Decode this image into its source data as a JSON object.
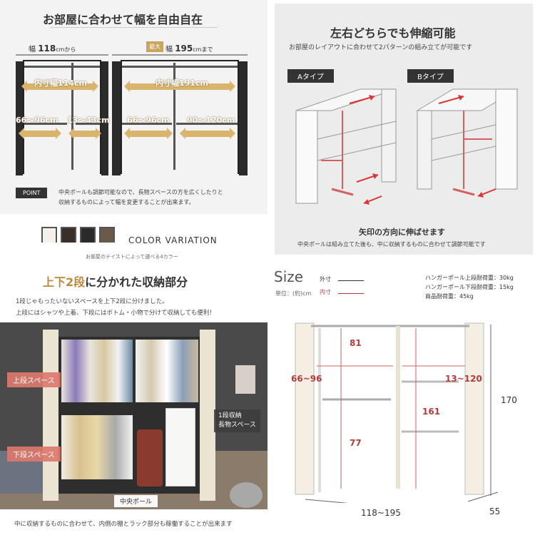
{
  "panel1": {
    "title": "お部屋に合わせて幅を自由自在",
    "left_width_prefix": "幅",
    "left_width_value": "118",
    "left_width_suffix": "cmから",
    "max_badge": "最大",
    "right_width_prefix": "幅",
    "right_width_value": "195",
    "right_width_suffix": "cmまで",
    "left_inner": "内寸幅114cm",
    "left_range_a": "66〜96cm",
    "left_range_b": "13〜43cm",
    "right_inner": "内寸幅191cm",
    "right_range_a": "66〜96cm",
    "right_range_b": "90〜120cm",
    "point_label": "POINT",
    "point_text_1": "中央ポールも調節可能なので、長物スペースの方を広くしたりと",
    "point_text_2": "収納するものによって幅を変更することが出来ます。"
  },
  "panel2": {
    "title": "左右どちらでも伸縮可能",
    "subtitle": "お部屋のレイアウトに合わせて2パターンの組み立てが可能です",
    "type_a": "Aタイプ",
    "type_b": "Bタイプ",
    "caption": "矢印の方向に伸ばせます",
    "note": "中央ポールは組み立てた後も、中に収納するものに合わせて調節可能です"
  },
  "panel3": {
    "title": "COLOR VARIATION",
    "subtitle": "お部屋のテイストによって選べる4カラー",
    "colors": [
      "#f4f1ea",
      "#3a2f28",
      "#2a2a2a",
      "#6b5a4a"
    ]
  },
  "panel4": {
    "title_pre": "上下",
    "title_em": "2段",
    "title_post": "に分かれた収納部分",
    "desc_1": "1段じゃもったいないスペースを上下2段に分けました。",
    "desc_2": "上段にはシャツや上着、下段にはボトム・小物で分けて収納しても便利！",
    "label_upper": "上段スペース",
    "label_lower": "下段スペース",
    "label_side_1": "1段収納",
    "label_side_2": "長物スペース",
    "label_pole": "中央ポール",
    "footer": "中に収納するものに合わせて、内側の棚とラック部分も稼働することが出来ます"
  },
  "panel5": {
    "title": "Size",
    "unit": "単位：(約)cm",
    "legend_outer": "外寸",
    "legend_inner": "内寸",
    "load_1": "ハンガーポール上段耐荷重：30kg",
    "load_2": "ハンガーポール下段耐荷重：15kg",
    "load_3": "商品耐荷重：45kg",
    "dim_81": "81",
    "dim_66_96": "66~96",
    "dim_13_120": "13~120",
    "dim_161": "161",
    "dim_77": "77",
    "dim_170": "170",
    "dim_width": "118~195",
    "dim_depth": "55"
  }
}
